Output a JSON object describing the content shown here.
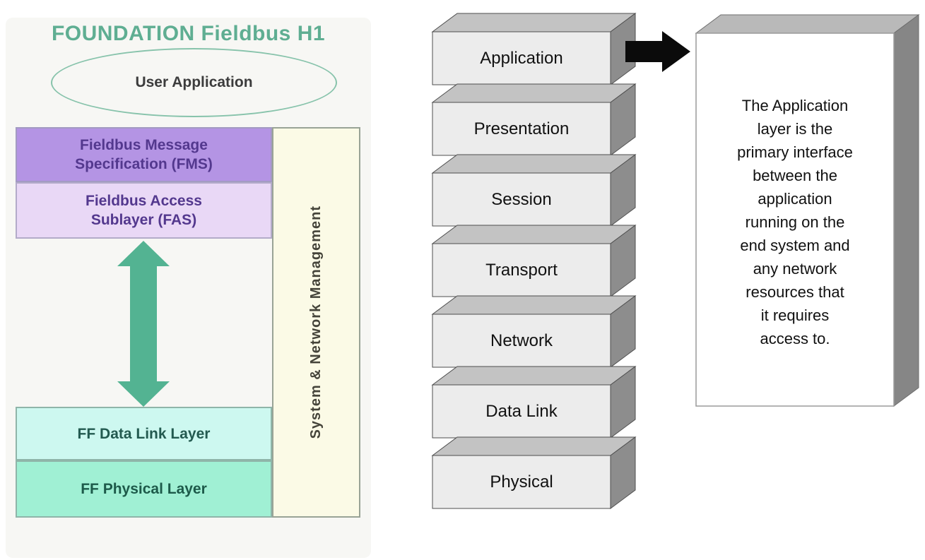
{
  "fieldbus_panel": {
    "title": "FOUNDATION Fieldbus H1",
    "user_application_label": "User Application",
    "fms_label": "Fieldbus Message\nSpecification (FMS)",
    "fas_label": "Fieldbus Access\nSublayer (FAS)",
    "system_network_label": "System & Network Management",
    "ff_data_link_label": "FF Data Link Layer",
    "ff_physical_label": "FF Physical Layer"
  },
  "osi_stack": {
    "layers": [
      {
        "label": "Application"
      },
      {
        "label": "Presentation"
      },
      {
        "label": "Session"
      },
      {
        "label": "Transport"
      },
      {
        "label": "Network"
      },
      {
        "label": "Data Link"
      },
      {
        "label": "Physical"
      }
    ]
  },
  "callout": {
    "text": "The Application\nlayer is the\nprimary interface\nbetween the\napplication\nrunning on the\nend system and\nany network\nresources that\nit requires\naccess to."
  },
  "colors": {
    "panel_title": "#5fae92",
    "fms_fill": "#b494e4",
    "fas_fill": "#e9d8f6",
    "strip_fill": "#fbfae6",
    "data_link_fill": "#cdf8f0",
    "physical_fill": "#a0f0d4",
    "green_arrow": "#53b392",
    "osi_front": "#ececec",
    "osi_top": "#c3c3c3",
    "osi_side": "#8d8d8d",
    "black_arrow": "#0b0b0b",
    "callout_front": "#ffffff",
    "callout_top": "#b9b9b9",
    "callout_side": "#868686"
  }
}
